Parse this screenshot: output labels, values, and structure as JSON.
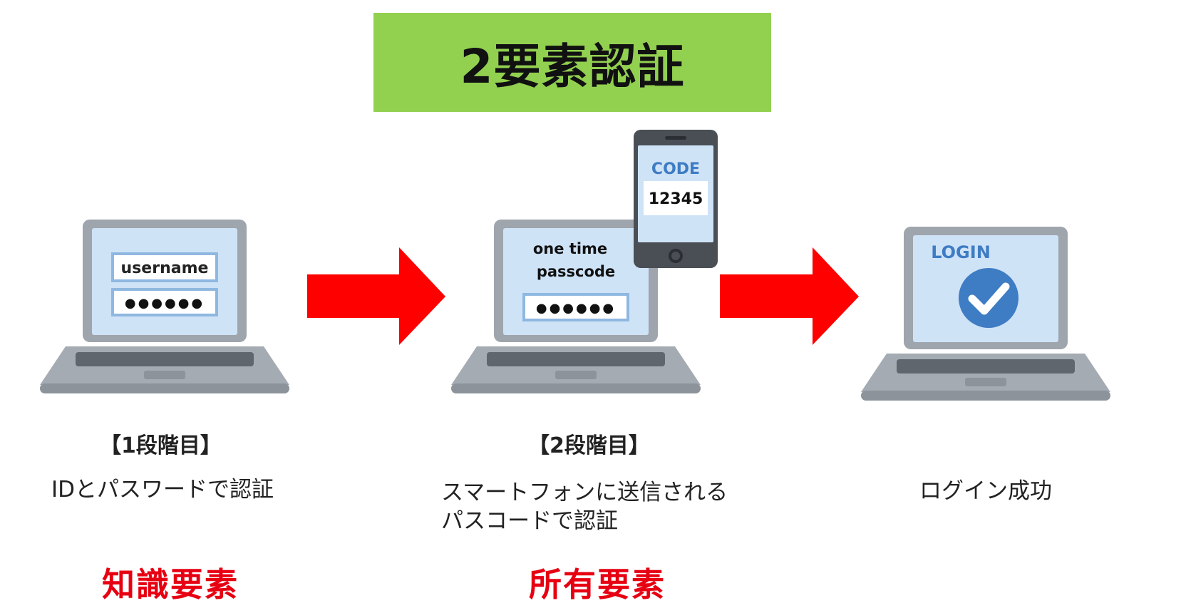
{
  "title": "2要素認証",
  "stage1": {
    "heading": "【1段階目】",
    "description": "IDとパスワードで認証",
    "factor": "知識要素",
    "username_text": "username",
    "password_dots": "●●●●●●"
  },
  "stage2": {
    "heading": "【2段階目】",
    "description_line1": "スマートフォンに送信される",
    "description_line2": "パスコードで認証",
    "factor": "所有要素",
    "otp_line1": "one time",
    "otp_line2": "passcode",
    "password_dots": "●●●●●●",
    "phone_code_label": "CODE",
    "phone_code_value": "12345"
  },
  "stage3": {
    "description": "ログイン成功",
    "login_text": "LOGIN"
  },
  "colors": {
    "title_bg": "#92d050",
    "arrow": "#ff0000",
    "factor_text": "#e60012",
    "laptop_body": "#9fa5ad",
    "screen": "#cfe3f7",
    "check": "#3e7cc4"
  }
}
